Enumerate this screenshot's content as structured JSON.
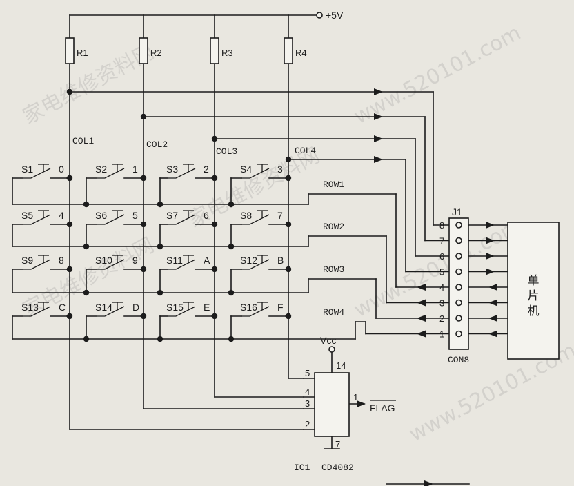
{
  "power": {
    "label": "+5V"
  },
  "resistors": [
    "R1",
    "R2",
    "R3",
    "R4"
  ],
  "columns": [
    "COL1",
    "COL2",
    "COL3",
    "COL4"
  ],
  "rows": [
    "ROW1",
    "ROW2",
    "ROW3",
    "ROW4"
  ],
  "switches": [
    {
      "name": "S1",
      "key": "0"
    },
    {
      "name": "S2",
      "key": "1"
    },
    {
      "name": "S3",
      "key": "2"
    },
    {
      "name": "S4",
      "key": "3"
    },
    {
      "name": "S5",
      "key": "4"
    },
    {
      "name": "S6",
      "key": "5"
    },
    {
      "name": "S7",
      "key": "6"
    },
    {
      "name": "S8",
      "key": "7"
    },
    {
      "name": "S9",
      "key": "8"
    },
    {
      "name": "S10",
      "key": "9"
    },
    {
      "name": "S11",
      "key": "A"
    },
    {
      "name": "S12",
      "key": "B"
    },
    {
      "name": "S13",
      "key": "C"
    },
    {
      "name": "S14",
      "key": "D"
    },
    {
      "name": "S15",
      "key": "E"
    },
    {
      "name": "S16",
      "key": "F"
    }
  ],
  "connector": {
    "ref": "J1",
    "part": "CON8",
    "pins": [
      "8",
      "7",
      "6",
      "5",
      "4",
      "3",
      "2",
      "1"
    ]
  },
  "mcu": {
    "label_chars": [
      "单",
      "片",
      "机"
    ]
  },
  "gate": {
    "vcc_label": "Vcc",
    "vcc_pin": "14",
    "gnd_pin": "7",
    "input_pins": [
      "5",
      "4",
      "3",
      "2"
    ],
    "output_pin": "1",
    "output_label": "FLAG",
    "ref": "IC1",
    "part": "CD4082"
  },
  "watermark": {
    "lines": [
      "家电维修资料网",
      "www.520101.com"
    ]
  }
}
